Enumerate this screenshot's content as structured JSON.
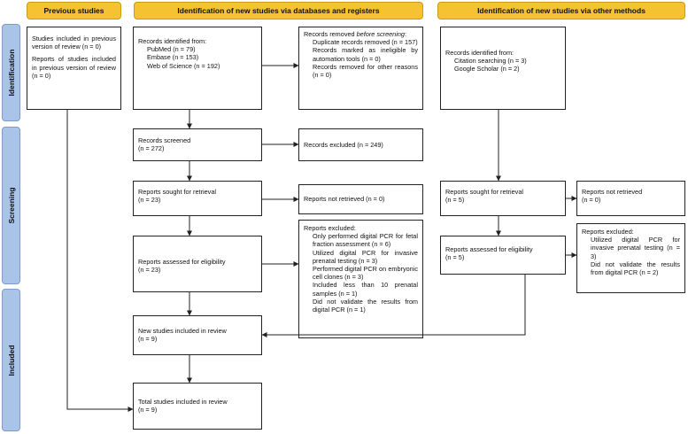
{
  "headers": {
    "previous": "Previous studies",
    "databases": "Identification of new studies via databases and registers",
    "other": "Identification of new studies via other methods"
  },
  "phases": {
    "identification": "Identification",
    "screening": "Screening",
    "included": "Included"
  },
  "previous": {
    "studies_included": "Studies included in previous version of review (n = 0)",
    "reports_included": "Reports of studies included in previous version of review (n = 0)"
  },
  "databases": {
    "identified_title": "Records identified from:",
    "identified_items": [
      "PubMed (n = 79)",
      "Embase (n = 153)",
      "Web of Science (n = 192)"
    ],
    "removed_title_prefix": "Records removed ",
    "removed_title_em": "before screening",
    "removed_title_suffix": ":",
    "removed_items": [
      "Duplicate records removed (n = 157)",
      "Records marked as ineligible by automation tools (n = 0)",
      "Records removed for other reasons (n = 0)"
    ],
    "screened_line1": "Records screened",
    "screened_line2": "(n = 272)",
    "excluded": "Records excluded (n = 249)",
    "sought_line1": "Reports sought for retrieval",
    "sought_line2": "(n = 23)",
    "not_retrieved": "Reports not retrieved (n = 0)",
    "assessed_line1": "Reports assessed for eligibility",
    "assessed_line2": "(n = 23)",
    "excluded_title": "Reports excluded:",
    "excluded_items": [
      "Only performed digital PCR for fetal fraction assessment (n = 6)",
      "Utilized digital PCR for invasive prenatal testing (n = 3)",
      "Performed digital PCR on embryonic cell clones (n = 3)",
      "Included less than 10 prenatal samples (n = 1)",
      "Did not validate the results from digital PCR (n = 1)"
    ],
    "new_included_line1": "New studies included in review",
    "new_included_line2": "(n = 9)",
    "total_line1": "Total studies included in review",
    "total_line2": "(n = 9)"
  },
  "other": {
    "identified_title": "Records identified from:",
    "identified_items": [
      "Citation searching (n = 3)",
      "Google Scholar (n = 2)"
    ],
    "sought_line1": "Reports sought for retrieval",
    "sought_line2": "(n = 5)",
    "not_retrieved_line1": "Reports not retrieved",
    "not_retrieved_line2": "(n = 0)",
    "assessed_line1": "Reports assessed for eligibility",
    "assessed_line2": "(n = 5)",
    "excluded_title": "Reports excluded:",
    "excluded_items": [
      "Utilized digital PCR for invasive prenatal testing (n = 3)",
      "Did not validate the results from digital PCR (n = 2)"
    ]
  }
}
